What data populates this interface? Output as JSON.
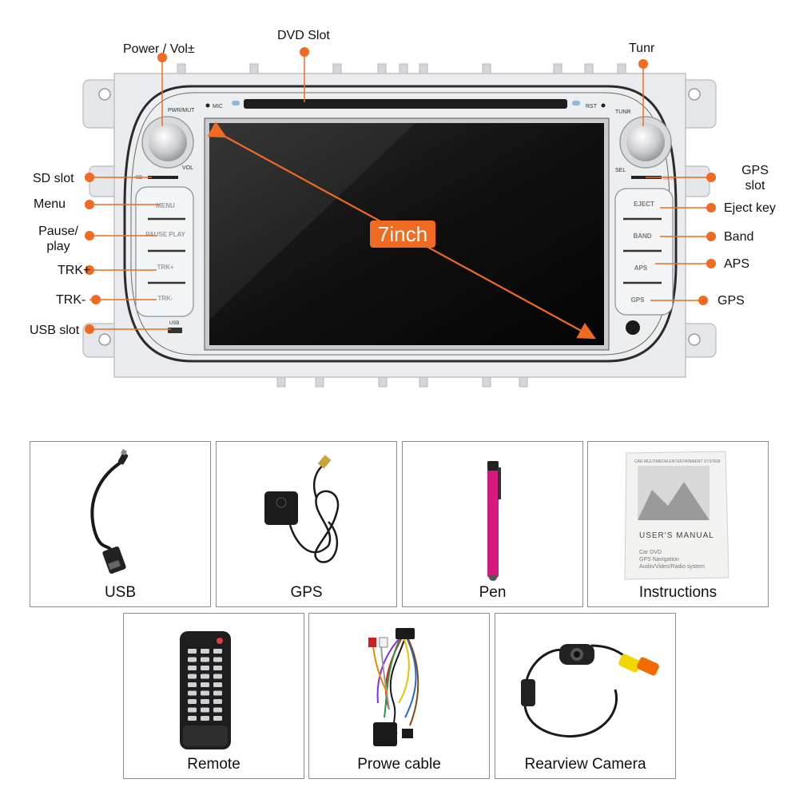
{
  "colors": {
    "accent": "#f06a21",
    "panel": "#e9ebee",
    "screen": "#1a1a1a"
  },
  "device": {
    "size_label": "7inch",
    "panel_labels": {
      "pwr_mut": "PWR/MUT",
      "mic": "MIC",
      "rst": "RST",
      "tunr": "TUNR",
      "vol": "VOL",
      "sel": "SEL",
      "sd": "SD",
      "gps_slot": "GPS",
      "usb": "USB"
    },
    "left_buttons": [
      "MENU",
      "PAUSE PLAY",
      "TRK+",
      "TRK-"
    ],
    "right_buttons": [
      "EJECT",
      "BAND",
      "APS",
      "GPS"
    ]
  },
  "callouts": {
    "power_vol": "Power / Vol±",
    "dvd_slot": "DVD Slot",
    "tunr": "Tunr",
    "sd_slot": "SD slot",
    "menu": "Menu",
    "pause_play_1": "Pause/",
    "pause_play_2": "play",
    "trk_plus": "TRK+",
    "trk_minus": "TRK-",
    "usb_slot": "USB slot",
    "gps_slot_1": "GPS",
    "gps_slot_2": "slot",
    "eject_key": "Eject key",
    "band": "Band",
    "aps": "APS",
    "gps": "GPS"
  },
  "accessories": [
    {
      "label": "USB",
      "icon": "usb-cable-icon"
    },
    {
      "label": "GPS",
      "icon": "gps-antenna-icon"
    },
    {
      "label": "Pen",
      "icon": "stylus-pen-icon"
    },
    {
      "label": "Instructions",
      "icon": "manual-book-icon"
    },
    {
      "label": "Remote",
      "icon": "remote-control-icon"
    },
    {
      "label": "Prowe cable",
      "icon": "wiring-harness-icon"
    },
    {
      "label": "Rearview Camera",
      "icon": "rearview-camera-icon"
    }
  ],
  "manual": {
    "header": "CAR MULTIMEDIA ENTERTAINMENT SYSTEM",
    "title": "USER'S MANUAL",
    "line1": "Car DVD",
    "line2": "GPS Navigation",
    "line3": "Audio/Video/Radio system"
  }
}
